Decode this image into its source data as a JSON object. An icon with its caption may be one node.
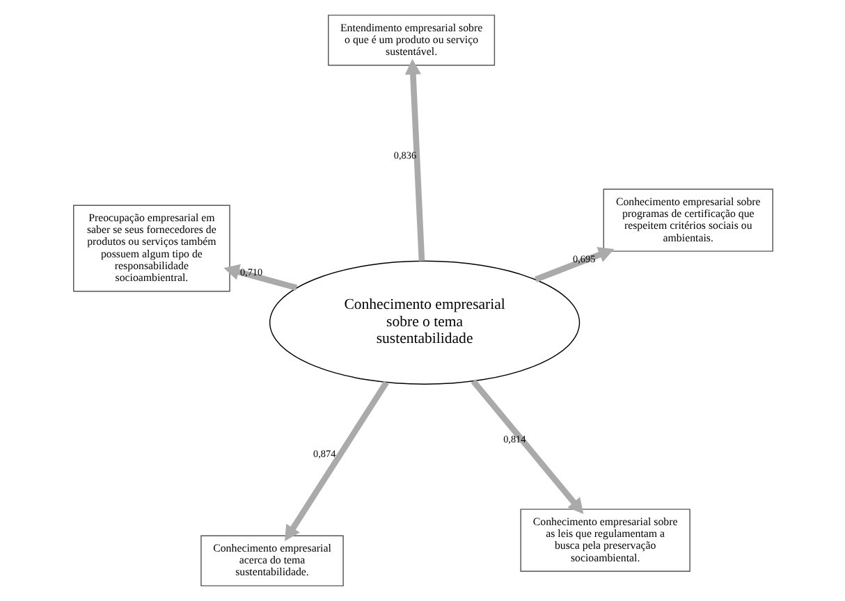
{
  "diagram": {
    "nodes": [
      {
        "text": [
          "Conhecimento empresarial sobre o tema sustentabilidade"
        ]
      },
      {
        "text": [
          "Conhecimento empresarial sobre as leis que regulamentam a busca pela preservação socioambiental."
        ]
      },
      {
        "text": [
          "Conhecimento empresarial acerca do tema sustentabilidade."
        ]
      },
      {
        "text": [
          "Preocupação empresarial em saber se seus fornecedores de produtos ou serviços também possuem algum tipo de responsabilidade socioambientral."
        ]
      },
      {
        "text": [
          "Conhecimento empresarial sobre programas de certificação que respeitem critérios sociais ou ambientais."
        ]
      },
      {
        "text": [
          "Entendimento empresarial sobre o que é um produto ou serviço sustentável."
        ]
      }
    ],
    "edges": [
      {
        "from": 0,
        "to": 1,
        "arrow": "to",
        "label": "0,814"
      },
      {
        "from": 0,
        "to": 2,
        "arrow": "to",
        "label": "0,874"
      },
      {
        "from": 0,
        "to": 3,
        "arrow": "to",
        "label": "0,710"
      },
      {
        "from": 0,
        "to": 4,
        "arrow": "to",
        "label": "0,695"
      },
      {
        "from": 0,
        "to": 5,
        "arrow": "to",
        "label": "0,836"
      }
    ]
  }
}
